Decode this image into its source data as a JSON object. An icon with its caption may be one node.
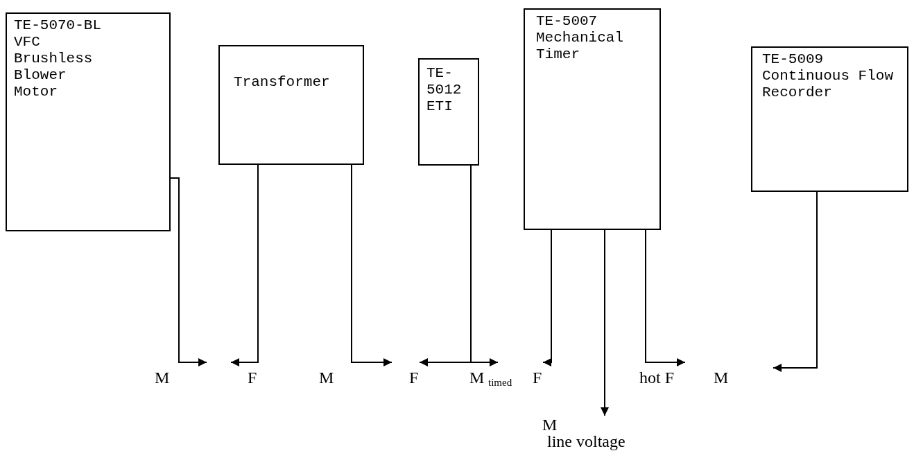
{
  "diagram": {
    "nodes": [
      {
        "text": [
          "TE-5070-BL VFC Brushless Blower Motor"
        ]
      },
      {
        "text": [
          "Transformer"
        ]
      },
      {
        "text": [
          "TE-5012 ETI"
        ]
      },
      {
        "text": [
          "TE-5007 Mechanical Timer"
        ]
      },
      {
        "text": [
          "TE-5009 Continuous Flow Recorder"
        ]
      },
      {
        "text": [
          "F"
        ]
      },
      {
        "text": [
          "F"
        ]
      },
      {
        "text": [
          "hot F"
        ]
      },
      {
        "text": [
          "M",
          "line voltage"
        ]
      }
    ],
    "edges": [
      {
        "from": 0,
        "to": null,
        "arrow": "to"
      },
      {
        "from": 1,
        "to": null,
        "arrow": "to"
      },
      {
        "from": 1,
        "to": 5,
        "arrow": "to"
      },
      {
        "from": 2,
        "to": 5,
        "arrow": "to"
      },
      {
        "from": 2,
        "to": null,
        "arrow": "to"
      },
      {
        "from": 3,
        "to": 6,
        "arrow": "to"
      },
      {
        "from": 3,
        "to": 8,
        "arrow": "to"
      },
      {
        "from": 3,
        "to": 7,
        "arrow": "to"
      },
      {
        "from": 4,
        "to": null,
        "arrow": "to"
      }
    ],
    "labels": [
      "M",
      "F",
      "M",
      "M",
      "timed",
      "M"
    ]
  }
}
